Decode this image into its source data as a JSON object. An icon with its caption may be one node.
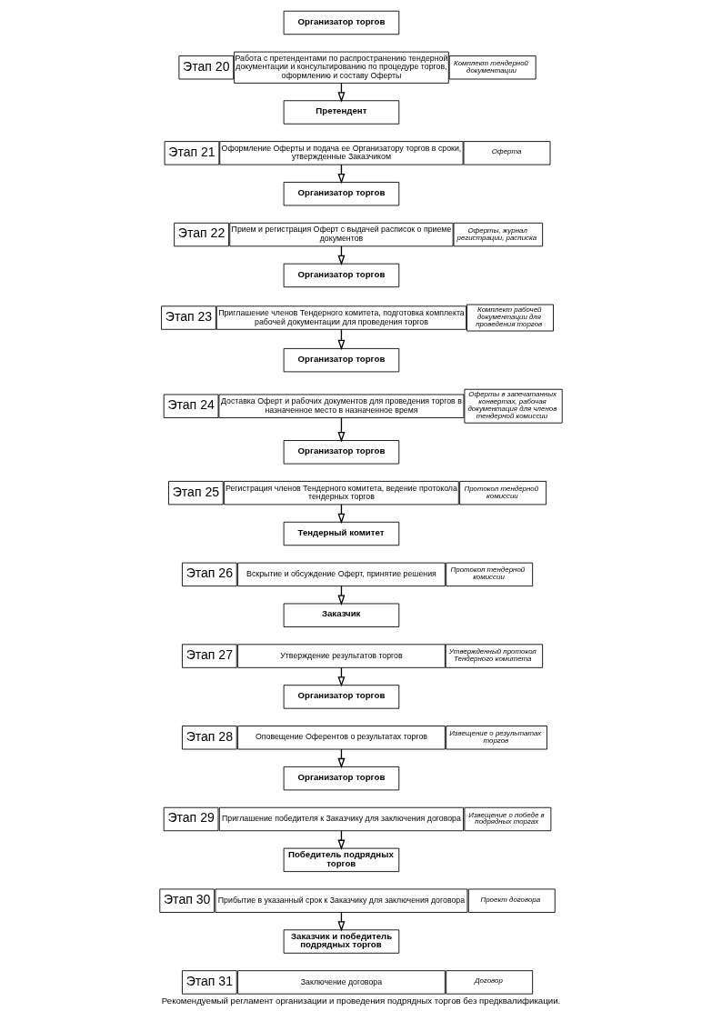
{
  "diagram": {
    "caption": "Рекомендуемый регламент организации и проведения подрядных торгов без предквалификации.",
    "nodes": [
      {
        "text": [
          "Организатор торгов"
        ]
      },
      {
        "text": [
          "Этап 20"
        ]
      },
      {
        "text": [
          "Работа с претендентами по распространению тендерной документации и консультированию по процедуре торгов, оформлению и составу Оферты"
        ]
      },
      {
        "text": [
          "Комплект тендерной документации"
        ]
      },
      {
        "text": [
          "Претендент"
        ]
      },
      {
        "text": [
          "Этап 21"
        ]
      },
      {
        "text": [
          "Оформление Оферты и подача ее Организатору торгов в сроки, утвержденные Заказчиком"
        ]
      },
      {
        "text": [
          "Оферта"
        ]
      },
      {
        "text": [
          "Организатор торгов"
        ]
      },
      {
        "text": [
          "Этап 22"
        ]
      },
      {
        "text": [
          "Прием и регистрация Оферт с выдачей расписок о приеме документов"
        ]
      },
      {
        "text": [
          "Оферты, журнал регистрации, расписка"
        ]
      },
      {
        "text": [
          "Организатор торгов"
        ]
      },
      {
        "text": [
          "Этап 23"
        ]
      },
      {
        "text": [
          "Приглашение членов Тендерного комитета, подготовка комплекта рабочей документации для проведения торгов"
        ]
      },
      {
        "text": [
          "Комплект рабочей документации для проведения торгов"
        ]
      },
      {
        "text": [
          "Организатор торгов"
        ]
      },
      {
        "text": [
          "Этап 24"
        ]
      },
      {
        "text": [
          "Доставка Оферт и рабочих документов для проведения торгов в назначенное место в назначенное время"
        ]
      },
      {
        "text": [
          "Оферты в запечатанных конвертах, рабочая документация для членов тендерной комиссии"
        ]
      },
      {
        "text": [
          "Организатор торгов"
        ]
      },
      {
        "text": [
          "Этап 25"
        ]
      },
      {
        "text": [
          "Регистрация членов Тендерного комитета, ведение протокола тендерных торгов"
        ]
      },
      {
        "text": [
          "Протокол тендерной комиссии"
        ]
      },
      {
        "text": [
          "Тендерный комитет"
        ]
      },
      {
        "text": [
          "Этап 26"
        ]
      },
      {
        "text": [
          "Вскрытие и обсуждение Оферт, принятие решения"
        ]
      },
      {
        "text": [
          "Протокол тендерной комиссии"
        ]
      },
      {
        "text": [
          "Заказчик"
        ]
      },
      {
        "text": [
          "Этап 27"
        ]
      },
      {
        "text": [
          "Утверждение результатов торгов"
        ]
      },
      {
        "text": [
          "Утвержденный протокол Тендерного комитета"
        ]
      },
      {
        "text": [
          "Организатор торгов"
        ]
      },
      {
        "text": [
          "Этап 28"
        ]
      },
      {
        "text": [
          "Оповещение Оферентов о результатах торгов"
        ]
      },
      {
        "text": [
          "Извещение о результатах торгов"
        ]
      },
      {
        "text": [
          "Организатор торгов"
        ]
      },
      {
        "text": [
          "Этап 29"
        ]
      },
      {
        "text": [
          "Приглашение победителя к Заказчику для заключения договора"
        ]
      },
      {
        "text": [
          "Извещение о победе в подрядных торгах"
        ]
      },
      {
        "text": [
          "Победитель подрядных торгов"
        ]
      },
      {
        "text": [
          "Этап 30"
        ]
      },
      {
        "text": [
          "Прибытие в указанный срок к Заказчику для заключения договора"
        ]
      },
      {
        "text": [
          "Проект договора"
        ]
      },
      {
        "text": [
          "Заказчик и победитель подрядных торгов"
        ]
      },
      {
        "text": [
          "Этап 31"
        ]
      },
      {
        "text": [
          "Заключение договора"
        ]
      },
      {
        "text": [
          "Договор"
        ]
      }
    ],
    "edges": [
      {
        "from": 2,
        "to": 4,
        "arrow": "to"
      },
      {
        "from": 6,
        "to": 8,
        "arrow": "to"
      },
      {
        "from": 10,
        "to": 12,
        "arrow": "to"
      },
      {
        "from": 14,
        "to": 16,
        "arrow": "to"
      },
      {
        "from": 18,
        "to": 20,
        "arrow": "to"
      },
      {
        "from": 22,
        "to": 24,
        "arrow": "to"
      },
      {
        "from": 26,
        "to": 28,
        "arrow": "to"
      },
      {
        "from": 30,
        "to": 32,
        "arrow": "to"
      },
      {
        "from": 34,
        "to": 36,
        "arrow": "to"
      },
      {
        "from": 38,
        "to": 40,
        "arrow": "to"
      },
      {
        "from": 42,
        "to": 44,
        "arrow": "to"
      }
    ]
  }
}
